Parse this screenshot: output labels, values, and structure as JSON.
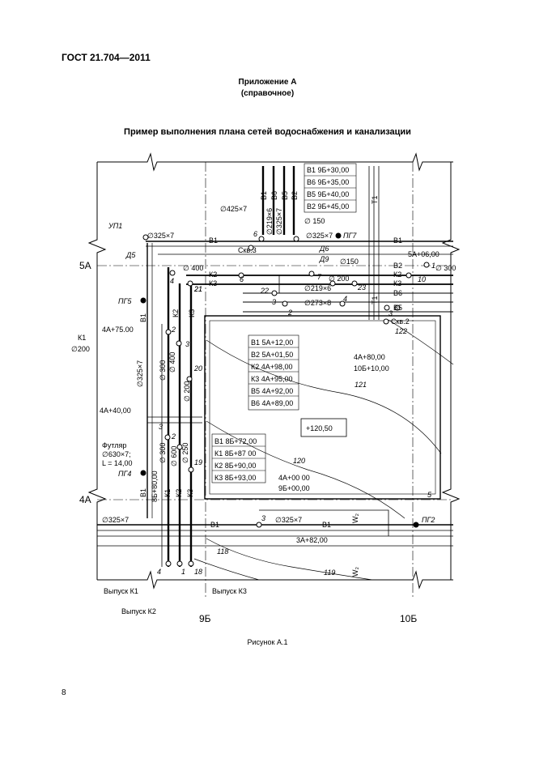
{
  "header": {
    "standard": "ГОСТ 21.704—2011"
  },
  "appendix": {
    "title": "Приложение А",
    "subtitle": "(справочное)"
  },
  "drawing": {
    "title": "Пример выполнения плана сетей водоснабжения и канализации",
    "figure_caption": "Рисунок А.1",
    "axes": {
      "a5": "5А",
      "a4": "4А",
      "b9": "9Б",
      "b10": "10Б"
    },
    "labels": {
      "up1": "УП1",
      "d5": "Д5",
      "pg5": "ПГ5",
      "pg4": "ПГ4",
      "pg7": "ПГ7",
      "pg2": "ПГ2",
      "skv3": "Скв.3",
      "skv2": "Скв.2",
      "d6": "Д6",
      "d9": "Д9",
      "k1": "К1",
      "k1_coord": "4А+75.00",
      "k1_dia": "∅200",
      "v1_left": "В1",
      "k2_v": "К2",
      "k3_v": "К3",
      "d325_top": "∅325×7",
      "d425": "∅425×7",
      "d400_a": "∅ 400",
      "d325_v": "∅325×7",
      "d300_v": "∅ 300",
      "d400_v": "∅ 400",
      "d200_v": "∅ 200",
      "coord_4a40": "4А+40,00",
      "futlyar": "Футляр",
      "futlyar_dia": "∅630×7;",
      "futlyar_len": "L = 14,00",
      "d300_b": "∅ 300",
      "d600_b": "∅ 600",
      "d250_b": "∅ 250",
      "b1_8b80": "8Б+80,00",
      "b1_low": "В1",
      "k1_low": "К1",
      "k2_low": "К2",
      "k3_low": "К3",
      "d325_bot": "∅325×7",
      "n4": "4",
      "n1": "1",
      "n18": "18",
      "n19": "19",
      "n20": "20",
      "n21": "21",
      "n22": "22",
      "n23": "23",
      "n10": "10",
      "n5": "5",
      "n3a": "3",
      "n2a": "2",
      "n3b": "3",
      "n2b": "2",
      "n6": "6",
      "n7": "7",
      "n2c": "2",
      "n3c": "3",
      "n4b": "4",
      "n3d": "3",
      "n1b": "1",
      "n3e": "3",
      "n6top": "6",
      "n4c": "4",
      "n21b": "21",
      "b1_h1": "В1",
      "b1_h2": "В1",
      "k2_h": "К2",
      "k3_h": "К3",
      "k2_r": "К2",
      "k3_r": "К3",
      "b2_r": "В2",
      "b6_r": "В6",
      "b5_r": "В5",
      "b1_r": "В1",
      "coord_5a06": "5А+06,00",
      "d300_r": "∅ 300",
      "d325_mid": "∅325×7",
      "d150_a": "∅ 150",
      "d150_b": "∅150",
      "d200_h": "∅ 200",
      "d219_h": "∅219×6",
      "d273": "∅273×8",
      "v_b1": "В1",
      "v_b6": "В6",
      "v_b5": "В5",
      "v_b2": "В2",
      "v_d219": "∅219×6",
      "v_d325": "∅325×7",
      "t1_a": "Т1",
      "t1_b": "Т1",
      "contour_122": "122",
      "contour_121": "121",
      "contour_120": "120",
      "contour_119": "119",
      "contour_118": "118",
      "coord_4a80": "4А+80,00",
      "coord_10b10": "10Б+10,00",
      "elev": "+120,50",
      "coord_4a00": "4А+00 00",
      "coord_9b00": "9Б+00,00",
      "d325_pg2": "∅325×7",
      "b1_pg2": "В1",
      "w2_a": "W₂",
      "w2_b": "W₂",
      "coord_3a82": "3А+82,00",
      "vypusk_k1": "Выпуск К1",
      "vypusk_k2": "Выпуск К2",
      "vypusk_k3": "Выпуск К3"
    },
    "table_top": [
      "В1 9Б+30,00",
      "В6 9Б+35,00",
      "В5 9Б+40,00",
      "В2 9Б+45,00"
    ],
    "table_mid": [
      "В1 5А+12,00",
      "В2 5А+01,50",
      "К2 4А+98,00",
      "К3 4А+95,00",
      "В5 4А+92,00",
      "В6 4А+89,00"
    ],
    "table_low": [
      "В1 8Б+72,00",
      "К1 8Б+87 00",
      "К2 8Б+90,00",
      "К3 8Б+93,00"
    ]
  },
  "page": {
    "number": "8"
  }
}
